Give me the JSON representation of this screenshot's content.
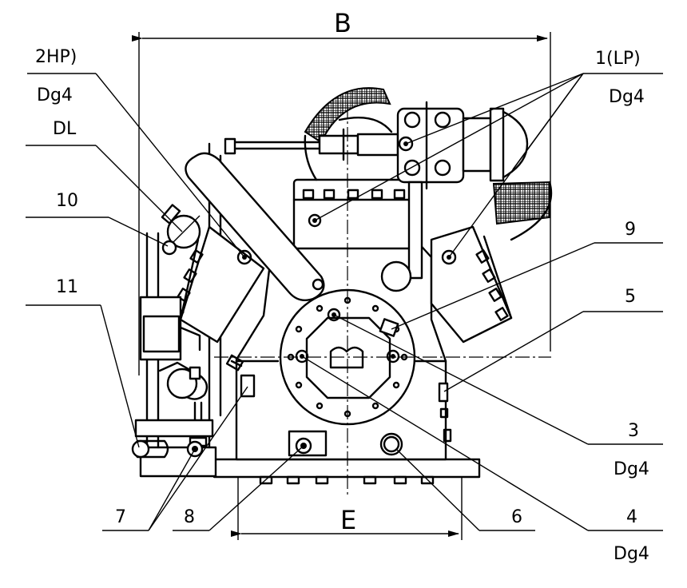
{
  "dimensions": {
    "width_label": "B",
    "base_width_label": "E"
  },
  "callouts": {
    "hp": {
      "number": "2HP)",
      "size": "Dg4"
    },
    "lp": {
      "number": "1(LP)",
      "size": "Dg4"
    },
    "dl": {
      "label": "DL"
    },
    "c10": {
      "label": "10"
    },
    "c11": {
      "label": "11"
    },
    "c9": {
      "label": "9"
    },
    "c5": {
      "label": "5"
    },
    "c3": {
      "number": "3",
      "size": "Dg4"
    },
    "c4": {
      "number": "4",
      "size": "Dg4"
    },
    "c6": {
      "label": "6"
    },
    "c7": {
      "label": "7"
    },
    "c8": {
      "label": "8"
    }
  }
}
